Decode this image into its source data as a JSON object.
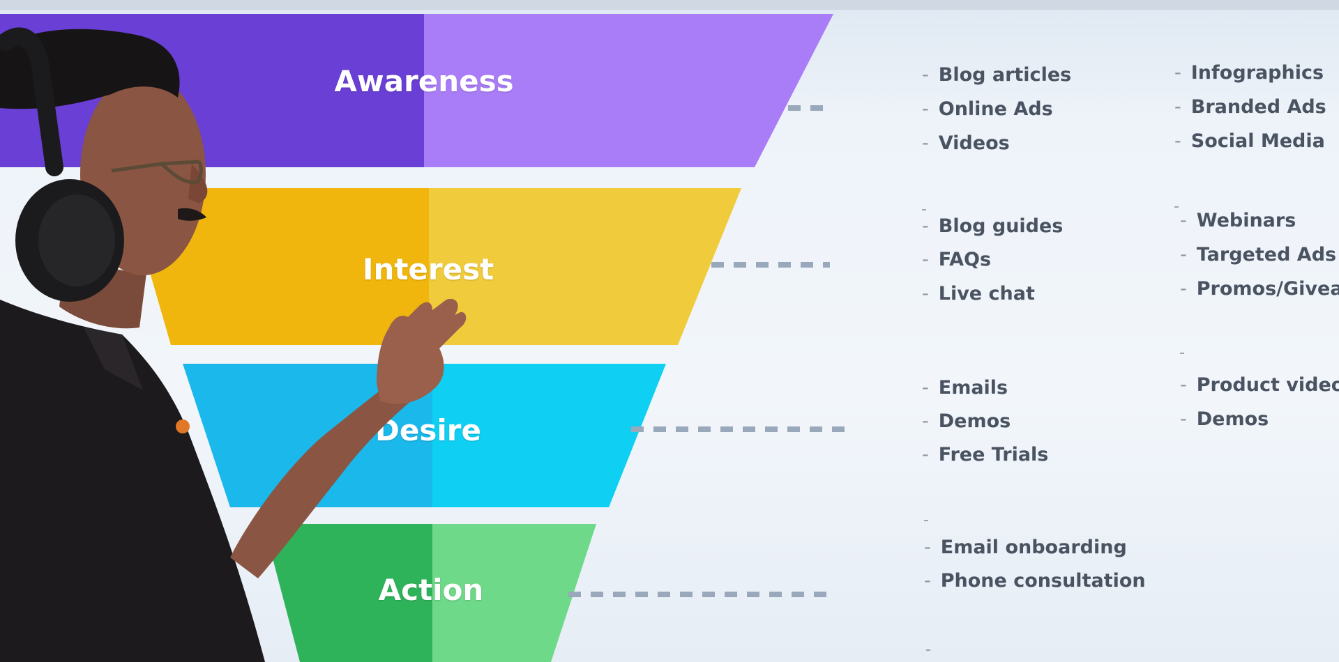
{
  "funnel": {
    "stages": [
      {
        "label": "Awareness",
        "color_dark": "#6a3fd6",
        "color_light": "#a97df7"
      },
      {
        "label": "Interest",
        "color_dark": "#f1b60d",
        "color_light": "#f0cc3c"
      },
      {
        "label": "Desire",
        "color_dark": "#1bb8eb",
        "color_light": "#0fd0f2"
      },
      {
        "label": "Action",
        "color_dark": "#2fb35a",
        "color_light": "#6fd98a"
      }
    ]
  },
  "content": {
    "awareness": {
      "left": [
        "Blog articles",
        "Online Ads",
        "Videos"
      ],
      "right": [
        "Infographics",
        "Branded Ads",
        "Social Media"
      ]
    },
    "interest": {
      "left": [
        "Blog guides",
        "FAQs",
        "Live chat"
      ],
      "right": [
        "Webinars",
        "Targeted Ads",
        "Promos/Givea"
      ]
    },
    "desire": {
      "left": [
        "Emails",
        "Demos",
        "Free Trials"
      ],
      "right": [
        "Product video",
        "Demos"
      ]
    },
    "action": {
      "left": [
        "Email onboarding",
        "Phone consultation"
      ]
    }
  },
  "connector_color": "#9aa8bb",
  "dash_glyph": "-"
}
